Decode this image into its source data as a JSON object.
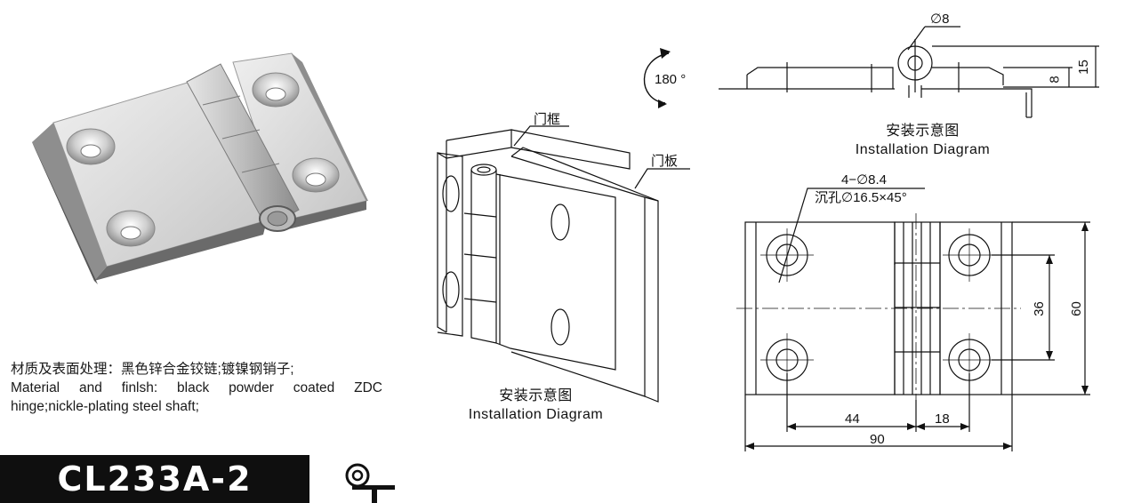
{
  "material": {
    "line_cn": "材质及表面处理：黑色锌合金铰链;镀镍钢销子;",
    "line_en_1": "Material and finlsh: black powder coated ZDC",
    "line_en_2": "hinge;nickle-plating steel shaft;"
  },
  "model": "CL233A-2",
  "install_diagram_1": {
    "door_frame": "门框",
    "door_panel": "门板",
    "caption_cn": "安装示意图",
    "caption_en": "Installation Diagram"
  },
  "install_diagram_2": {
    "rotation": "180 °",
    "diameter": "∅8",
    "dim_8": "8",
    "dim_15": "15",
    "caption_cn": "安装示意图",
    "caption_en": "Installation Diagram"
  },
  "drawing": {
    "holes": "4−∅8.4",
    "countersink": "沉孔∅16.5×45°",
    "dim_36": "36",
    "dim_60": "60",
    "dim_44": "44",
    "dim_18": "18",
    "dim_90": "90"
  },
  "colors": {
    "ink": "#111111",
    "metal_light": "#d9d9d9",
    "metal_mid": "#a9a9a9",
    "metal_dark": "#5a5a5a",
    "model_bg": "#0f0f0f",
    "model_fg": "#ffffff"
  }
}
